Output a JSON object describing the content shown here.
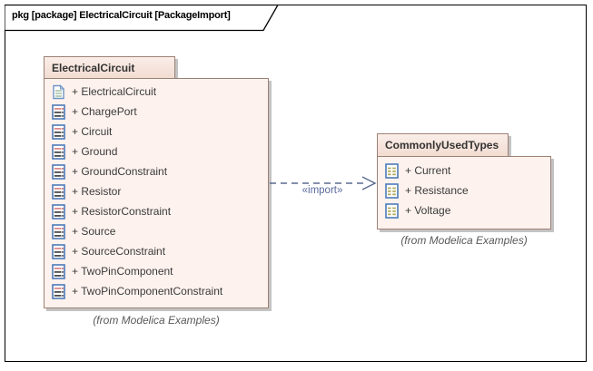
{
  "frame": {
    "title": "pkg [package] ElectricalCircuit [PackageImport]"
  },
  "connector": {
    "label": "«import»",
    "type": "dashed-open-arrow",
    "color": "#5a6a9d"
  },
  "colors": {
    "package_fill": "#fdf2ee",
    "package_tab_fill": "#f5e2d9",
    "package_border": "#9d8175",
    "shadow": "#c3c3c3",
    "frame_border": "#000000",
    "item_text": "#3a3a3a",
    "caption_text": "#595959"
  },
  "packages": [
    {
      "name": "ElectricalCircuit",
      "caption": "(from Modelica Examples)",
      "items": [
        {
          "icon": "diagram-icon",
          "label": "+ ElectricalCircuit"
        },
        {
          "icon": "class-icon",
          "label": "+ ChargePort"
        },
        {
          "icon": "class-icon",
          "label": "+ Circuit"
        },
        {
          "icon": "class-icon",
          "label": "+ Ground"
        },
        {
          "icon": "class-icon",
          "label": "+ GroundConstraint"
        },
        {
          "icon": "class-icon",
          "label": "+ Resistor"
        },
        {
          "icon": "class-icon",
          "label": "+ ResistorConstraint"
        },
        {
          "icon": "class-icon",
          "label": "+ Source"
        },
        {
          "icon": "class-icon",
          "label": "+ SourceConstraint"
        },
        {
          "icon": "class-icon",
          "label": "+ TwoPinComponent"
        },
        {
          "icon": "class-icon",
          "label": "+ TwoPinComponentConstraint"
        }
      ]
    },
    {
      "name": "CommonlyUsedTypes",
      "caption": "(from Modelica Examples)",
      "items": [
        {
          "icon": "datatype-icon",
          "label": "+ Current"
        },
        {
          "icon": "datatype-icon",
          "label": "+ Resistance"
        },
        {
          "icon": "datatype-icon",
          "label": "+ Voltage"
        }
      ]
    }
  ]
}
